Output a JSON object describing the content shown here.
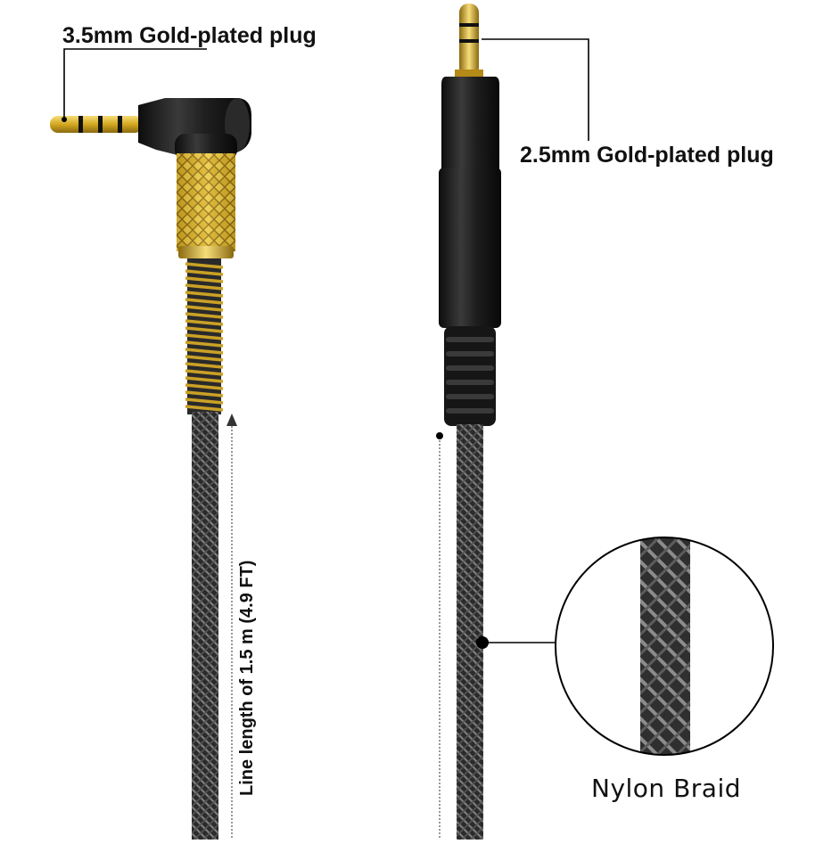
{
  "labels": {
    "plug_35": "3.5mm Gold-plated plug",
    "plug_25": "2.5mm Gold-plated plug",
    "line_length": "Line length of 1.5 m (4.9 FT)",
    "nylon": "Nylon Braid"
  },
  "colors": {
    "gold": "#d4a820",
    "gold_dark": "#8a6a10",
    "black_plastic": "#1a1a1a",
    "braid": "#3a3a3a",
    "braid_light": "#8a8a8a",
    "line": "#000000"
  }
}
